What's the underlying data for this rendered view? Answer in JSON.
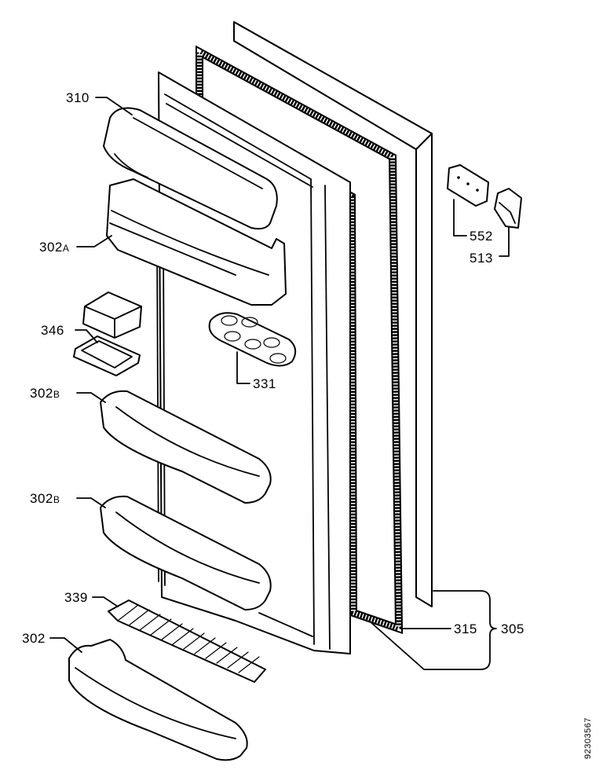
{
  "labels": {
    "p310": "310",
    "p302a_num": "302",
    "p302a_suffix": "A",
    "p346": "346",
    "p331": "331",
    "p302b1_num": "302",
    "p302b1_suffix": "B",
    "p302b2_num": "302",
    "p302b2_suffix": "B",
    "p339": "339",
    "p302": "302",
    "p552": "552",
    "p513": "513",
    "p315": "315",
    "p305": "305"
  },
  "reference_number": "92303567"
}
